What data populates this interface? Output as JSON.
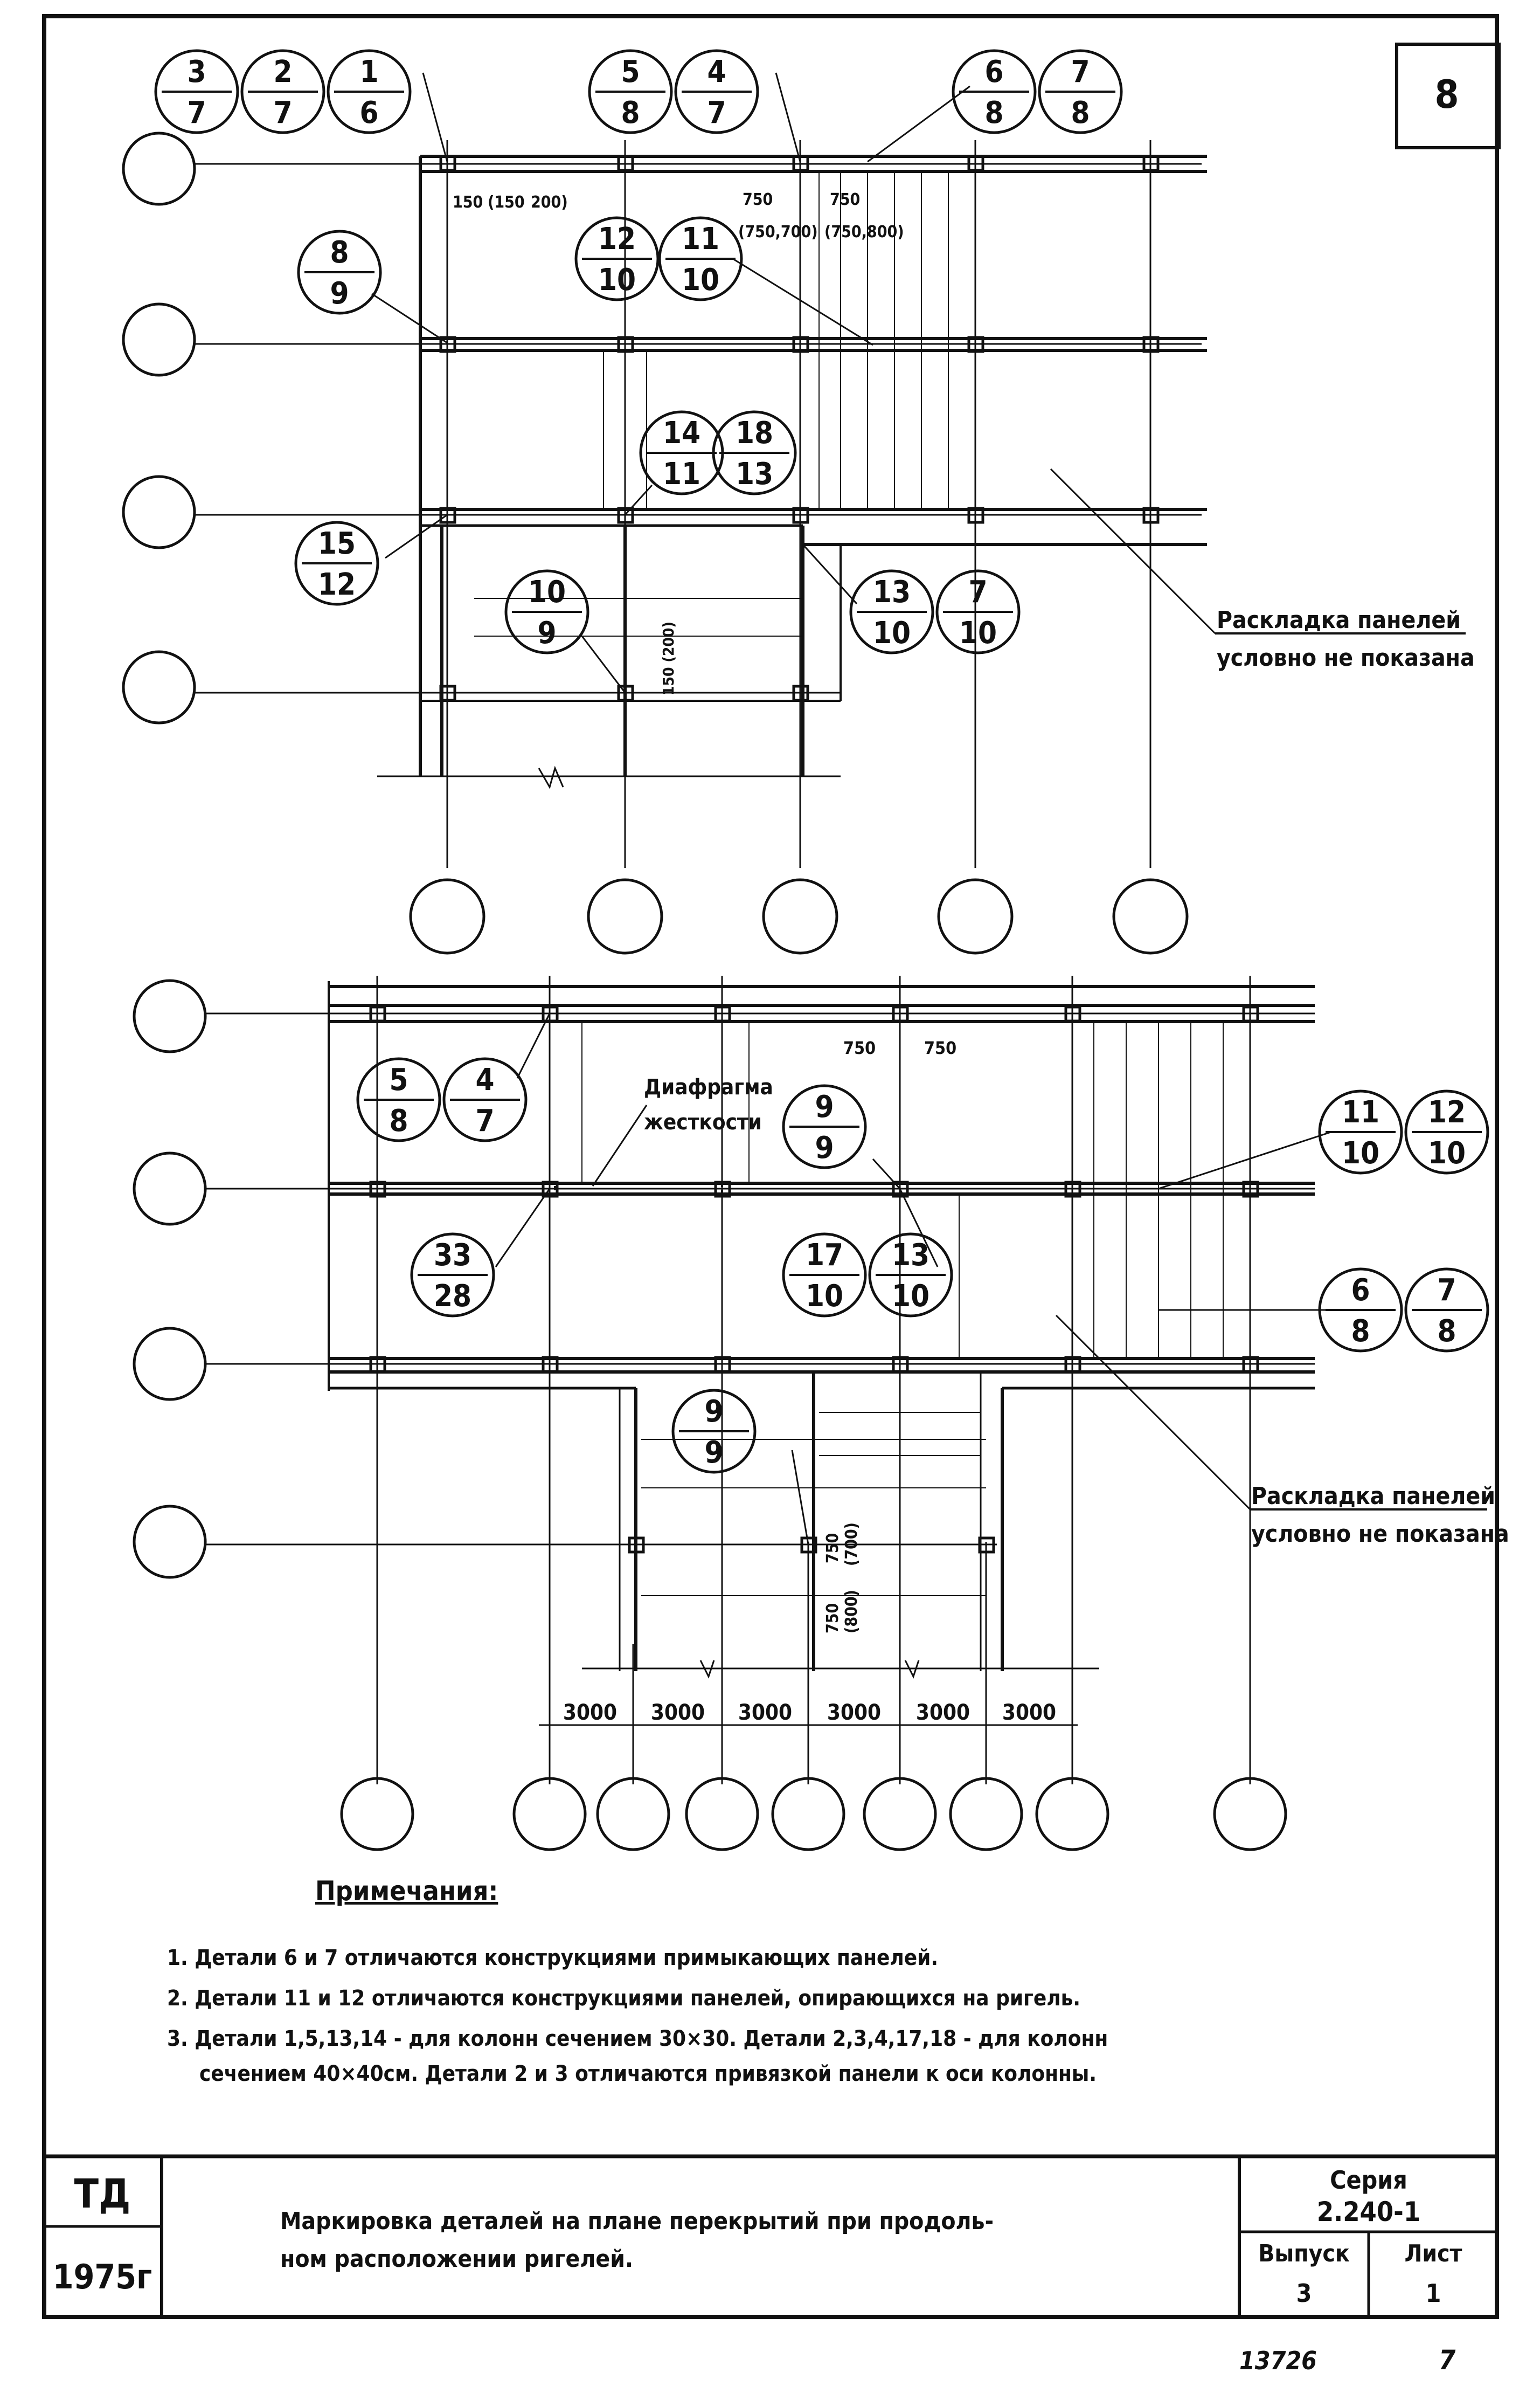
{
  "sheet_number": "8",
  "plan_top": {
    "markers": [
      {
        "top": "3",
        "bottom": "7"
      },
      {
        "top": "2",
        "bottom": "7"
      },
      {
        "top": "1",
        "bottom": "6"
      },
      {
        "top": "5",
        "bottom": "8"
      },
      {
        "top": "4",
        "bottom": "7"
      },
      {
        "top": "6",
        "bottom": "8"
      },
      {
        "top": "7",
        "bottom": "8"
      },
      {
        "top": "8",
        "bottom": "9"
      },
      {
        "top": "12",
        "bottom": "10"
      },
      {
        "top": "11",
        "bottom": "10"
      },
      {
        "top": "14",
        "bottom": "11"
      },
      {
        "top": "18",
        "bottom": "13"
      },
      {
        "top": "15",
        "bottom": "12"
      },
      {
        "top": "10",
        "bottom": "9"
      },
      {
        "top": "13",
        "bottom": "10"
      },
      {
        "top": "7",
        "bottom": "10"
      }
    ],
    "dims": [
      "150",
      "(150",
      "200)",
      "750",
      "(750,700)",
      "750",
      "(750,800)",
      "150 (200)"
    ],
    "note_line1": "Раскладка панелей",
    "note_line2": "условно не показана"
  },
  "plan_bottom": {
    "markers": [
      {
        "top": "5",
        "bottom": "8"
      },
      {
        "top": "4",
        "bottom": "7"
      },
      {
        "top": "9",
        "bottom": "9"
      },
      {
        "top": "11",
        "bottom": "10"
      },
      {
        "top": "12",
        "bottom": "10"
      },
      {
        "top": "33",
        "bottom": "28"
      },
      {
        "top": "17",
        "bottom": "10"
      },
      {
        "top": "13",
        "bottom": "10"
      },
      {
        "top": "6",
        "bottom": "8"
      },
      {
        "top": "7",
        "bottom": "8"
      },
      {
        "top": "9",
        "bottom": "9"
      }
    ],
    "diaphragm_line1": "Диафрагма",
    "diaphragm_line2": "жесткости",
    "dims_top": [
      "750",
      "750"
    ],
    "dims_vertical": [
      "750",
      "(700)",
      "750",
      "(800)"
    ],
    "spacing": [
      "3000",
      "3000",
      "3000",
      "3000",
      "3000",
      "3000"
    ],
    "note_line1": "Раскладка панелей",
    "note_line2": "условно не показана"
  },
  "notes": {
    "title": "Примечания:",
    "items": [
      "1. Детали 6 и 7 отличаются конструкциями примыкающих панелей.",
      "2. Детали 11 и 12 отличаются конструкциями панелей, опирающихся на ригель.",
      "3. Детали 1,5,13,14 - для колонн сечением 30×30. Детали 2,3,4,17,18 - для колонн",
      "сечением 40×40см. Детали 2 и 3 отличаются привязкой панели к оси колонны."
    ]
  },
  "title_block": {
    "org": "ТД",
    "year": "1975г",
    "title_line1": "Маркировка деталей на плане перекрытий при продоль-",
    "title_line2": "ном расположении ригелей.",
    "series_label": "Серия",
    "series_value": "2.240-1",
    "issue_label": "Выпуск",
    "issue_value": "3",
    "sheet_label": "Лист",
    "sheet_value": "1"
  },
  "footer": {
    "code": "13726",
    "page": "7"
  }
}
